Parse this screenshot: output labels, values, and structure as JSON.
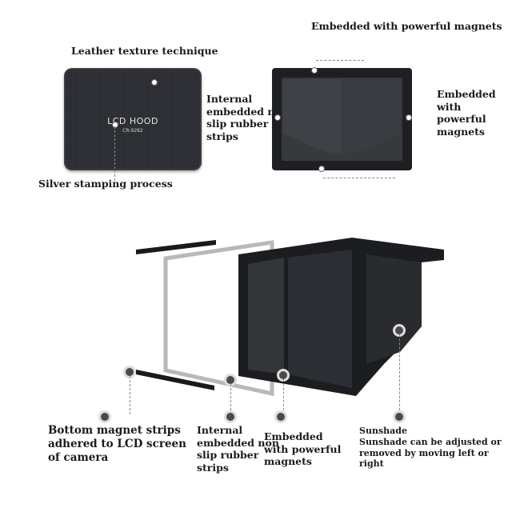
{
  "labels": {
    "top_magnets": "Embedded with powerful magnets",
    "leather": "Leather texture technique",
    "internal_top": [
      "Internal",
      "embedded non",
      "slip rubber",
      "strips"
    ],
    "right_magnets": [
      "Embedded",
      "with powerful",
      "magnets"
    ],
    "silver": "Silver stamping process",
    "bottom_strips": [
      "Bottom magnet strips",
      "adhered to LCD screen",
      "of camera"
    ],
    "internal_bottom": [
      "Internal",
      "embedded non",
      "slip rubber",
      "strips"
    ],
    "bottom_magnets": [
      "Embedded",
      "with powerful",
      "magnets"
    ],
    "sunshade_title": "Sunshade",
    "sunshade_desc": [
      "Sunshade can be adjusted or",
      "removed by moving left or",
      "right"
    ]
  },
  "hood": {
    "title": "LCD HOOD",
    "model": "CR-9282"
  },
  "colors": {
    "product": "#1e1f22",
    "hood": "#2a2c30",
    "strip": "#1a1a1a"
  }
}
